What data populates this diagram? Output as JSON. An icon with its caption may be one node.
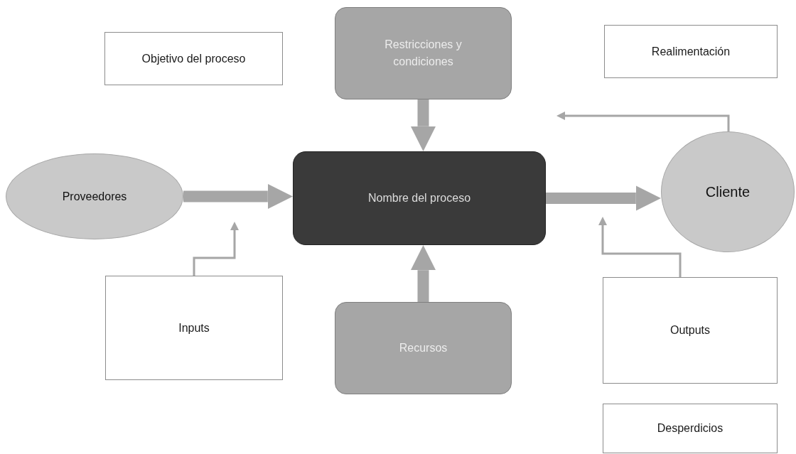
{
  "diagram": {
    "nodes": [
      {
        "text": [
          "Objetivo del proceso"
        ]
      },
      {
        "text": [
          "Restricciones y condiciones"
        ]
      },
      {
        "text": [
          "Realimentación"
        ]
      },
      {
        "text": [
          "Proveedores"
        ]
      },
      {
        "text": [
          "Nombre del proceso"
        ]
      },
      {
        "text": [
          "Cliente"
        ]
      },
      {
        "text": [
          "Inputs"
        ]
      },
      {
        "text": [
          "Recursos"
        ]
      },
      {
        "text": [
          "Outputs"
        ]
      },
      {
        "text": [
          "Desperdicios"
        ]
      }
    ],
    "edges": [
      {
        "from": 1,
        "to": 4,
        "arrow": "to"
      },
      {
        "from": 3,
        "to": 4,
        "arrow": "to"
      },
      {
        "from": 7,
        "to": 4,
        "arrow": "to"
      },
      {
        "from": 4,
        "to": 5,
        "arrow": "to"
      },
      {
        "from": 6,
        "to": null,
        "arrow": "to"
      },
      {
        "from": 8,
        "to": null,
        "arrow": "to"
      },
      {
        "from": 5,
        "to": null,
        "arrow": "to"
      }
    ]
  }
}
